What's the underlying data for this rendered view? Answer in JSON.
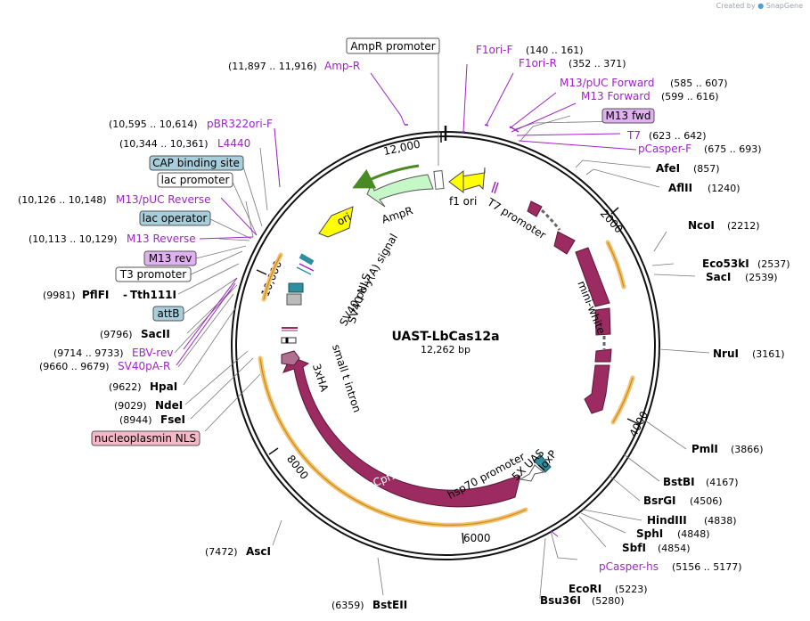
{
  "credit": {
    "prefix": "Created by",
    "brand": "SnapGene"
  },
  "plasmid": {
    "name": "UAST-LbCas12a",
    "length": "12,262 bp"
  },
  "ticks": {
    "t2000": "2000",
    "t4000": "4000",
    "t6000": "6000",
    "t8000": "8000",
    "t10000": "10,000",
    "t12000": "12,000"
  },
  "enzymes": {
    "afei": {
      "name": "AfeI",
      "pos": "(857)"
    },
    "aflii": {
      "name": "AflII",
      "pos": "(1240)"
    },
    "ncoi": {
      "name": "NcoI",
      "pos": "(2212)"
    },
    "eco53ki": {
      "name": "Eco53kI",
      "pos": "(2537)"
    },
    "saci": {
      "name": "SacI",
      "pos": "(2539)"
    },
    "nrui": {
      "name": "NruI",
      "pos": "(3161)"
    },
    "pmli": {
      "name": "PmlI",
      "pos": "(3866)"
    },
    "bstbi": {
      "name": "BstBI",
      "pos": "(4167)"
    },
    "bsrgi": {
      "name": "BsrGI",
      "pos": "(4506)"
    },
    "hindiii": {
      "name": "HindIII",
      "pos": "(4838)"
    },
    "sphi": {
      "name": "SphI",
      "pos": "(4848)"
    },
    "sbfi": {
      "name": "SbfI",
      "pos": "(4854)"
    },
    "ecori": {
      "name": "EcoRI",
      "pos": "(5223)"
    },
    "bsu36i": {
      "name": "Bsu36I",
      "pos": "(5280)"
    },
    "bsteii": {
      "name": "BstEII",
      "pos": "(6359)"
    },
    "asci": {
      "name": "AscI",
      "pos": "(7472)"
    },
    "fsei": {
      "name": "FseI",
      "pos": "(8944)"
    },
    "ndei": {
      "name": "NdeI",
      "pos": "(9029)"
    },
    "hpai": {
      "name": "HpaI",
      "pos": "(9622)"
    },
    "sacii": {
      "name": "SacII",
      "pos": "(9796)"
    },
    "pflfi": {
      "name": "PflFI",
      "pos": "(9981)",
      "sep": "-",
      "alt": "Tth111I"
    }
  },
  "primers": {
    "ampr": {
      "name": "Amp-R",
      "pos": "(11,897 .. 11,916)"
    },
    "f1orif": {
      "name": "F1ori-F",
      "pos": "(140 .. 161)"
    },
    "f1orir": {
      "name": "F1ori-R",
      "pos": "(352 .. 371)"
    },
    "m13puc": {
      "name": "M13/pUC Forward",
      "pos": "(585 .. 607)"
    },
    "m13fwd": {
      "name": "M13 Forward",
      "pos": "(599 .. 616)"
    },
    "t7": {
      "name": "T7",
      "pos": "(623 .. 642)"
    },
    "pcasperf": {
      "name": "pCasper-F",
      "pos": "(675 .. 693)"
    },
    "pbr322": {
      "name": "pBR322ori-F",
      "pos": "(10,595 .. 10,614)"
    },
    "l4440": {
      "name": "L4440",
      "pos": "(10,344 .. 10,361)"
    },
    "m13pucrev": {
      "name": "M13/pUC Reverse",
      "pos": "(10,126 .. 10,148)"
    },
    "m13rev": {
      "name": "M13 Reverse",
      "pos": "(10,113 .. 10,129)"
    },
    "ebvrev": {
      "name": "EBV-rev",
      "pos": "(9714 .. 9733)"
    },
    "sv40pa": {
      "name": "SV40pA-R",
      "pos": "(9660 .. 9679)"
    },
    "pcasperhs": {
      "name": "pCasper-hs",
      "pos": "(5156 .. 5177)"
    }
  },
  "boxes": {
    "amprpromoter": "AmpR promoter",
    "m13fwdbox": "M13 fwd",
    "capsite": "CAP binding site",
    "lacpromoter": "lac promoter",
    "lacoperator": "lac operator",
    "m13revbox": "M13 rev",
    "t3promoter": "T3 promoter",
    "attb": "attB",
    "nucleoplasmin": "nucleoplasmin NLS"
  },
  "features": {
    "f1ori": "f1 ori",
    "t7promoter": "T7 promoter",
    "miniwhite": "mini-white",
    "ampr": "AmpR",
    "ori": "ori",
    "sv40polya": "SV40 poly(A) signal",
    "sv40nls": "SV40 NLS",
    "smalltintron": "small t intron",
    "ha3x": "3xHA",
    "lbcpf1": "LbCpf1",
    "hsp70": "hsp70 promoter",
    "uas5x": "5X UAS",
    "loxp": "loxP"
  },
  "colors": {
    "feature": "#9c2b62",
    "primer": "#a123c8",
    "ampr_fill": "#c6f7c6",
    "ori_fill": "#ffff00",
    "orf": "#f5c06a",
    "box_purple": "#e0b0f0",
    "box_blue": "#a8cddb",
    "box_pink": "#f4b8c8"
  }
}
